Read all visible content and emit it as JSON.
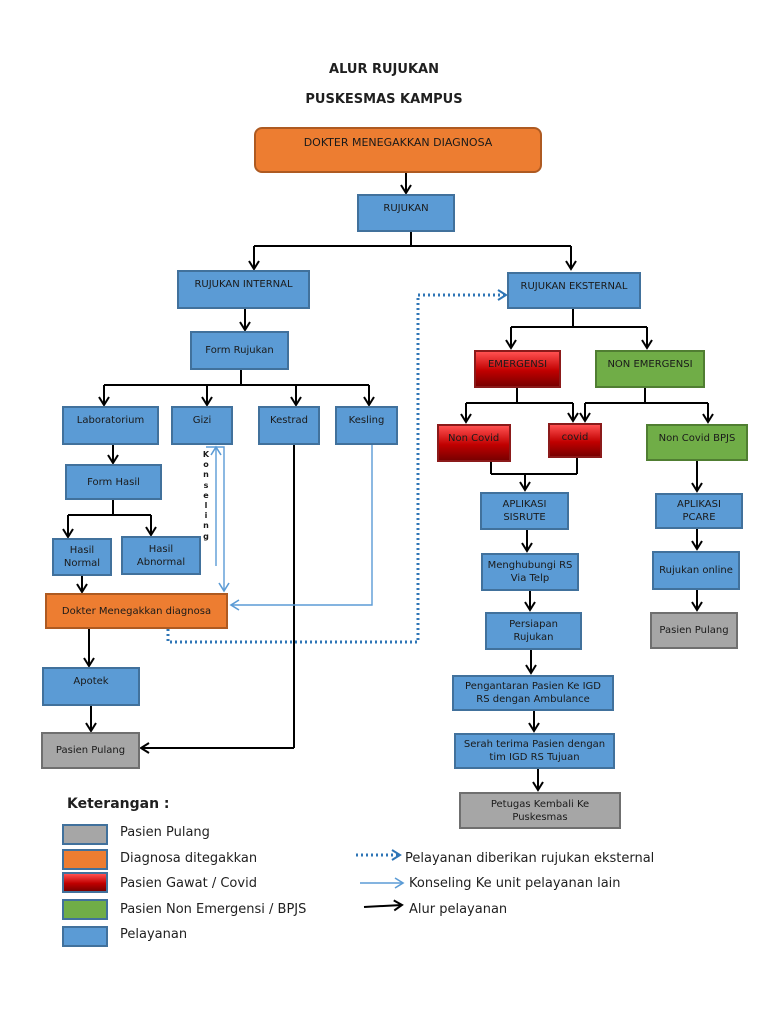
{
  "title": {
    "line1": "ALUR RUJUKAN",
    "line2": "PUSKESMAS KAMPUS"
  },
  "nodes": {
    "dokter_diagnosa": "DOKTER MENEGAKKAN DIAGNOSA",
    "rujukan": "RUJUKAN",
    "rujukan_internal": "RUJUKAN INTERNAL",
    "rujukan_eksternal": "RUJUKAN EKSTERNAL",
    "form_rujukan": "Form Rujukan",
    "laboratorium": "Laboratorium",
    "gizi": "Gizi",
    "kestrad": "Kestrad",
    "kesling": "Kesling",
    "form_hasil": "Form Hasil",
    "hasil_normal": "Hasil Normal",
    "hasil_abnormal": "Hasil Abnormal",
    "dokter_diagnosa_internal": "Dokter Menegakkan diagnosa",
    "apotek": "Apotek",
    "pasien_pulang_internal": "Pasien Pulang",
    "emergensi": "EMERGENSI",
    "non_emergensi": "NON EMERGENSI",
    "non_covid": "Non Covid",
    "covid": "covid",
    "non_covid_bpjs": "Non Covid BPJS",
    "aplikasi_sisrute": "APLIKASI SISRUTE",
    "aplikasi_pcare": "APLIKASI PCARE",
    "menghubungi_rs": "Menghubungi RS Via Telp",
    "rujukan_online": "Rujukan online",
    "persiapan_rujukan": "Persiapan Rujukan",
    "pasien_pulang_bpjs": "Pasien Pulang",
    "pengantaran_pasien": "Pengantaran Pasien Ke IGD RS dengan Ambulance",
    "serah_terima": "Serah terima Pasien dengan tim IGD RS Tujuan",
    "petugas_kembali": "Petugas Kembali Ke Puskesmas"
  },
  "konseling_letters": [
    "K",
    "o",
    "n",
    "s",
    "e",
    "l",
    "i",
    "n",
    "g"
  ],
  "legend": {
    "title": "Keterangan :",
    "items": [
      {
        "label": "Pasien Pulang",
        "color": "#a6a6a6"
      },
      {
        "label": "Diagnosa ditegakkan",
        "color": "#ed7d31"
      },
      {
        "label": "Pasien Gawat / Covid",
        "color": "#d62a2a"
      },
      {
        "label": "Pasien Non Emergensi / BPJS",
        "color": "#70ad47"
      },
      {
        "label": "Pelayanan",
        "color": "#5b9bd5"
      }
    ],
    "lines": [
      {
        "label": "Pelayanan diberikan rujukan eksternal",
        "style": "dotted-blue"
      },
      {
        "label": "Konseling Ke unit pelayanan lain",
        "style": "light-blue"
      },
      {
        "label": "Alur pelayanan",
        "style": "black"
      }
    ]
  },
  "colors": {
    "blue": "#5b9bd5",
    "grey": "#a6a6a6",
    "orange": "#ed7d31",
    "green": "#70ad47",
    "red": "#d62a2a",
    "arrow_black": "#000000",
    "arrow_light_blue": "#5b9bd5",
    "arrow_dotted": "#2e75b6"
  }
}
